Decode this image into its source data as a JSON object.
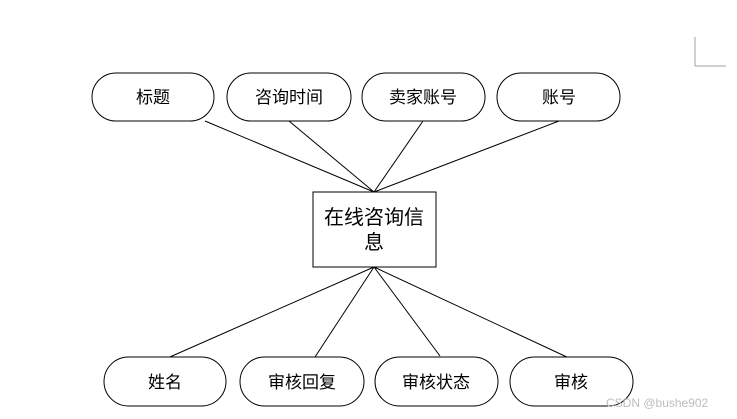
{
  "entity": {
    "lines": [
      "在线咨询信",
      "息"
    ]
  },
  "attributes_top": [
    {
      "label": "标题"
    },
    {
      "label": "咨询时间"
    },
    {
      "label": "卖家账号"
    },
    {
      "label": "账号"
    }
  ],
  "attributes_bottom": [
    {
      "label": "姓名"
    },
    {
      "label": "审核回复"
    },
    {
      "label": "审核状态"
    },
    {
      "label": "审核"
    }
  ],
  "watermark": "CSDN @bushe902",
  "colors": {
    "stroke": "#000000",
    "background": "#ffffff",
    "watermark": "#bdbdbd"
  }
}
